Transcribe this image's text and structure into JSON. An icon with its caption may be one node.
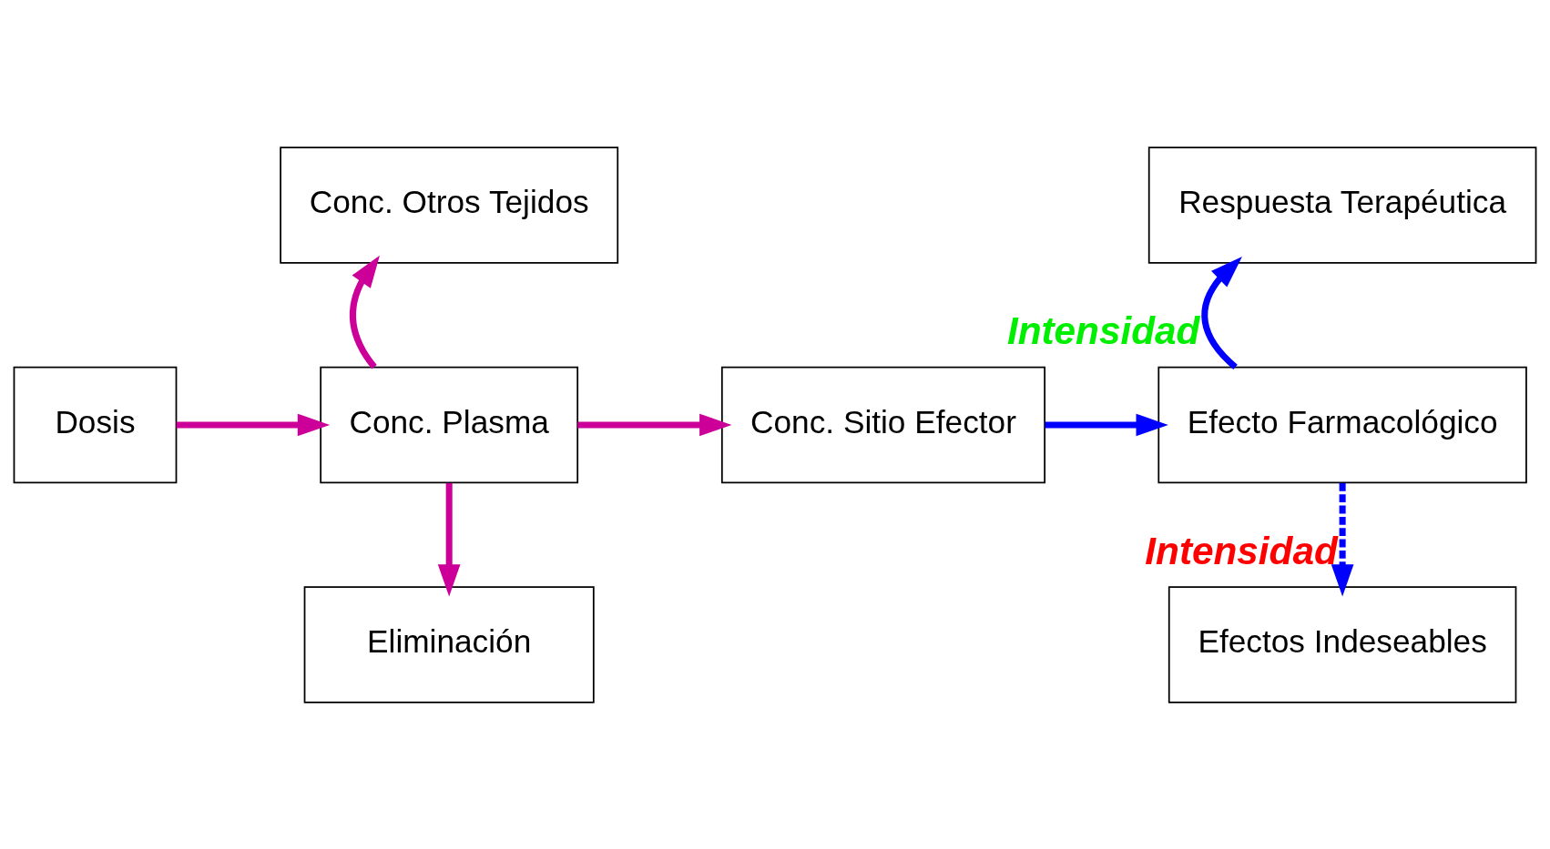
{
  "diagram": {
    "nodes": [
      {
        "text": [
          "Dosis"
        ]
      },
      {
        "text": [
          "Conc. Plasma"
        ]
      },
      {
        "text": [
          "Conc. Otros Tejidos"
        ]
      },
      {
        "text": [
          "Eliminación"
        ]
      },
      {
        "text": [
          "Conc. Sitio Efector"
        ]
      },
      {
        "text": [
          "Efecto Farmacológico"
        ]
      },
      {
        "text": [
          "Respuesta Terapéutica"
        ]
      },
      {
        "text": [
          "Efectos Indeseables"
        ]
      }
    ],
    "edges": [
      {
        "from": 0,
        "to": 1,
        "arrow": "to"
      },
      {
        "from": 1,
        "to": 2,
        "arrow": "to"
      },
      {
        "from": 1,
        "to": 3,
        "arrow": "to"
      },
      {
        "from": 1,
        "to": 4,
        "arrow": "to"
      },
      {
        "from": 4,
        "to": 5,
        "arrow": "to",
        "color": "#0000ff"
      },
      {
        "from": 5,
        "to": 6,
        "arrow": "to",
        "label": "Intensidad",
        "color": "#0000ff"
      },
      {
        "from": 5,
        "to": 7,
        "arrow": "to",
        "label": "Intensidad",
        "style": "dashed",
        "color": "#0000ff"
      }
    ]
  }
}
